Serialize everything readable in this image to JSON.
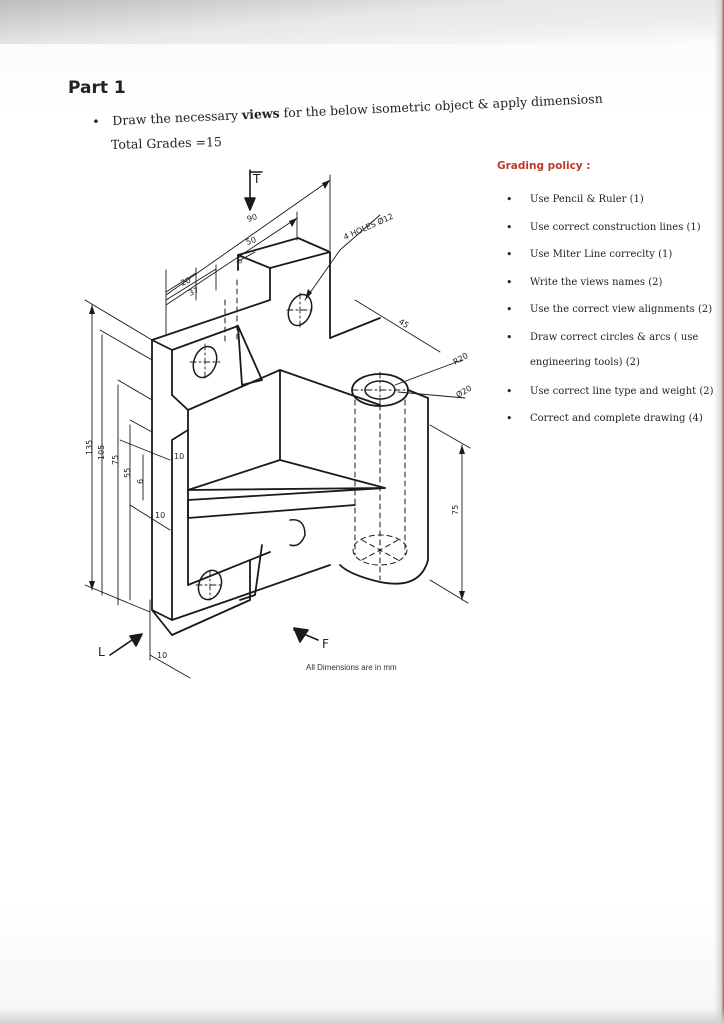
{
  "header": {
    "part_title": "Part 1"
  },
  "task": {
    "pre": "Draw the necessary ",
    "bold": "views",
    "post": " for the below isometric object & apply dimensiosn",
    "total_grades": "Total Grades =15"
  },
  "grading_policy": {
    "title": "Grading policy :",
    "title_color": "#c0392b",
    "items": [
      "Use Pencil & Ruler  (1)",
      "Use correct construction lines  (1)",
      "Use Miter Line correclty  (1)",
      "Write the views names (2)",
      "Use the correct view alignments  (2)",
      "Draw correct circles & arcs ( use",
      "engineering tools)  (2)",
      "Use correct line type and weight  (2)",
      "Correct and complete drawing (4)"
    ]
  },
  "drawing": {
    "view_label_top": "T",
    "view_label_left": "L",
    "view_label_front": "F",
    "dims": {
      "d90": "90",
      "d50": "50",
      "d6_top": "6",
      "d20": "20",
      "d37": "37",
      "holes_note": "4 HOLES Ø12",
      "d45": "45",
      "r20": "R20",
      "dia20": "Ø20",
      "d75_right": "75",
      "d135": "135",
      "d105": "105",
      "d75_left": "75",
      "d55": "55",
      "d6_left": "6",
      "d10_upper": "10",
      "d10_lower": "10",
      "d10_bottom": "10"
    },
    "footnote": "All Dimensions are in mm"
  }
}
